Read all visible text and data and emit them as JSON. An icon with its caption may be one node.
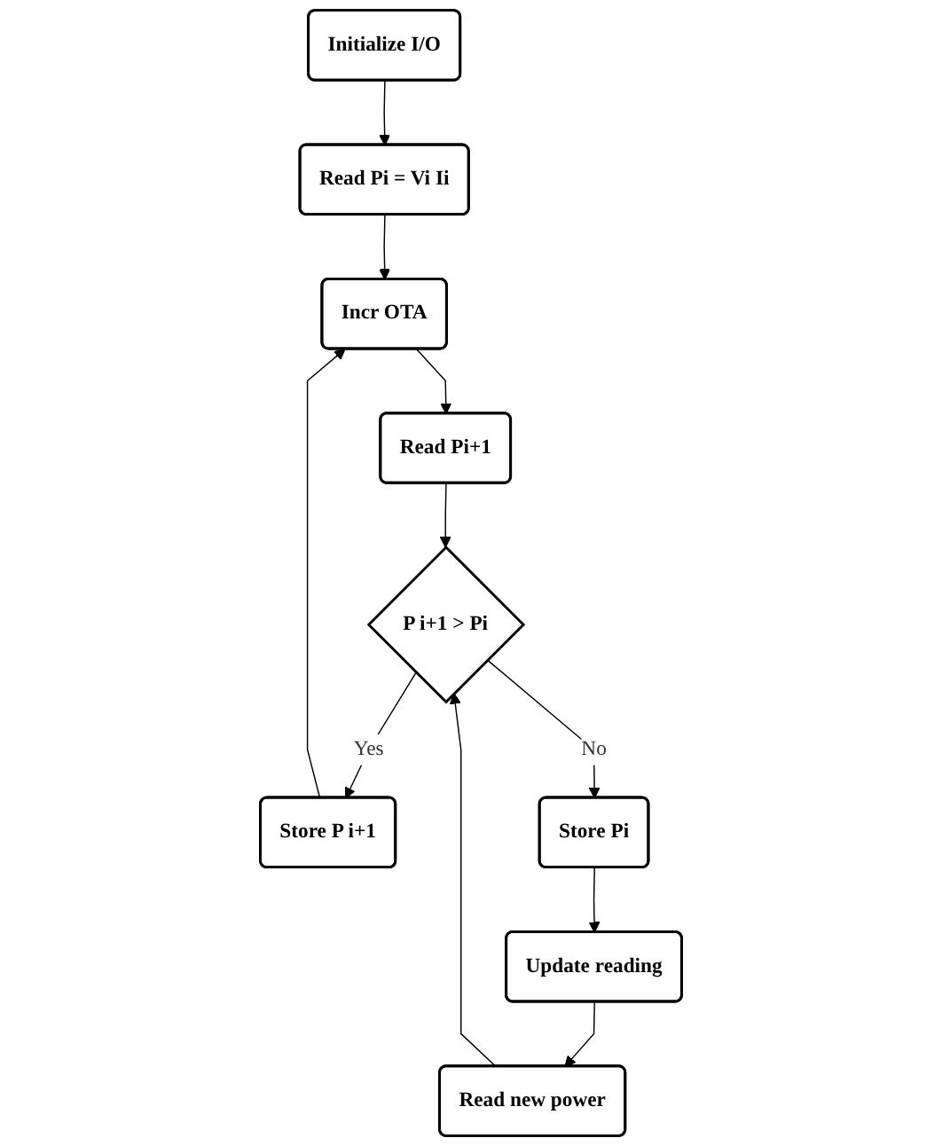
{
  "diagram": {
    "nodes": [
      {
        "text": [
          "Initialize I/O"
        ]
      },
      {
        "text": [
          "Read Pi = Vi Ii"
        ]
      },
      {
        "text": [
          "Incr OTA"
        ]
      },
      {
        "text": [
          "Read Pi+1"
        ]
      },
      {
        "text": [
          "P i+1 > Pi"
        ]
      },
      {
        "text": [
          "Store P i+1"
        ]
      },
      {
        "text": [
          "Store Pi"
        ]
      },
      {
        "text": [
          "Update reading"
        ]
      },
      {
        "text": [
          "Read new power"
        ]
      }
    ],
    "edges": [
      {
        "from": 0,
        "to": 1,
        "arrow": "to"
      },
      {
        "from": 1,
        "to": 2,
        "arrow": "to"
      },
      {
        "from": 2,
        "to": 3,
        "arrow": "to"
      },
      {
        "from": 3,
        "to": 4,
        "arrow": "to"
      },
      {
        "from": 4,
        "to": 5,
        "arrow": "to",
        "label": "Yes"
      },
      {
        "from": 5,
        "to": 2,
        "arrow": "to"
      },
      {
        "from": 4,
        "to": 6,
        "arrow": "to",
        "label": "No"
      },
      {
        "from": 6,
        "to": 7,
        "arrow": "to"
      },
      {
        "from": 7,
        "to": 8,
        "arrow": "to"
      },
      {
        "from": 8,
        "to": 4,
        "arrow": "to"
      }
    ]
  }
}
